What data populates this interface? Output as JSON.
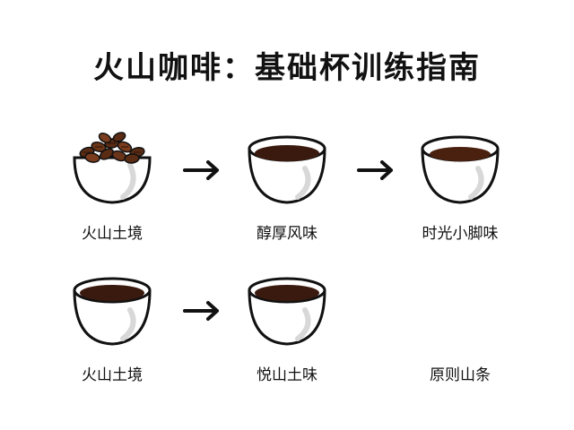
{
  "title": "火山咖啡：基础杯训练指南",
  "steps": [
    {
      "label": "火山土境",
      "content": "beans"
    },
    {
      "label": "醇厚风味",
      "content": "coffee"
    },
    {
      "label": "时光小脚味",
      "content": "coffee"
    },
    {
      "label": "火山土境",
      "content": "coffee"
    },
    {
      "label": "悦山土味",
      "content": "coffee"
    },
    {
      "label": "原则山条",
      "content": "none"
    }
  ],
  "arrows": [
    "arrow-right-icon",
    "arrow-right-icon",
    "arrow-right-icon"
  ],
  "colors": {
    "coffee": "#3a1a0e",
    "coffee_rim": "#6b3a22",
    "bean": "#5a2c14",
    "bean_highlight": "#8a4a24",
    "bowl_outline": "#111111"
  }
}
